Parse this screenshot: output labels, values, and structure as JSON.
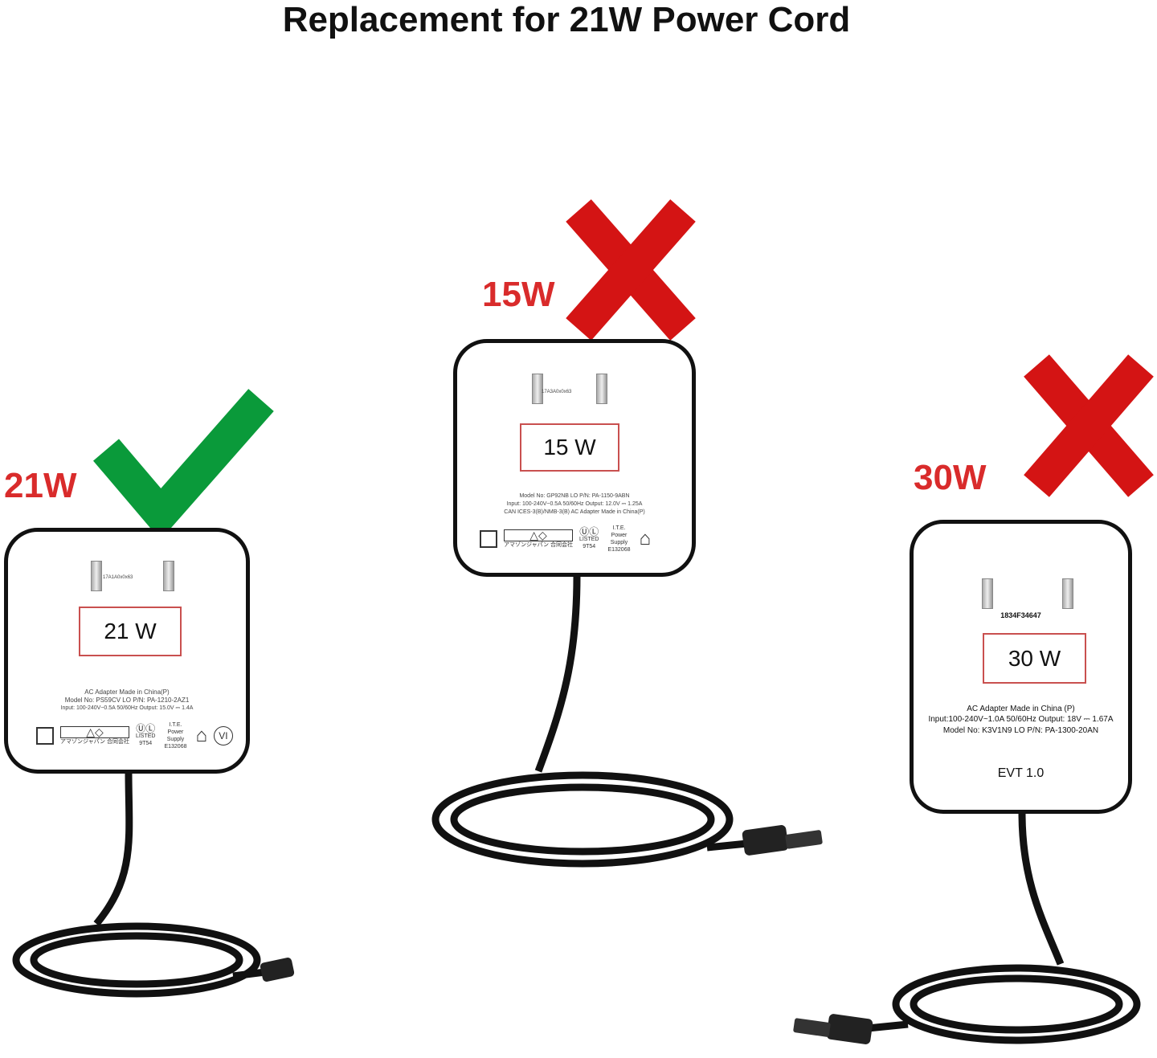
{
  "title": "Replacement for 21W Power Cord",
  "colors": {
    "ok": "#0a9a3a",
    "bad": "#d41414",
    "label": "#d92b2b"
  },
  "adapters": [
    {
      "label": "21W",
      "status": "check-icon",
      "box_text": "21 W",
      "serial": "17A1A0x0x63",
      "lines": [
        "AC Adapter  Made in China(P)",
        "Model No: PS59CV  LO  P/N: PA-1210-2AZ1",
        "Input: 100-240V~0.5A  50/60Hz  Output: 15.0V ⎓ 1.4A"
      ],
      "icons": {
        "jp": "アマゾンジャパン 合同会社",
        "ul_listed": "LISTED",
        "ul_code": "9T54",
        "ite": "I.T.E. Power Supply",
        "ite_code": "E132068",
        "vi": "VI"
      }
    },
    {
      "label": "15W",
      "status": "cross-icon",
      "box_text": "15 W",
      "serial": "17A3A0x0x63",
      "lines": [
        "Model No: GP92NB  LO  P/N: PA-1150-9ABN",
        "Input: 100-240V~0.5A  50/60Hz  Output: 12.0V ⎓ 1.25A",
        "CAN ICES-3(B)/NMB-3(B)   AC Adapter  Made in China(P)"
      ],
      "icons": {
        "jp": "アマゾンジャパン 合同会社",
        "ul_listed": "LISTED",
        "ul_code": "9T54",
        "ite": "I.T.E. Power Supply",
        "ite_code": "E132068"
      }
    },
    {
      "label": "30W",
      "status": "cross-icon",
      "box_text": "30 W",
      "serial": "1834F34647",
      "lines": [
        "AC Adapter Made in China (P)",
        "Input:100-240V~1.0A   50/60Hz  Output: 18V ⎓ 1.67A",
        "Model No: K3V1N9  LO P/N: PA-1300-20AN"
      ],
      "extra": "EVT 1.0"
    }
  ]
}
